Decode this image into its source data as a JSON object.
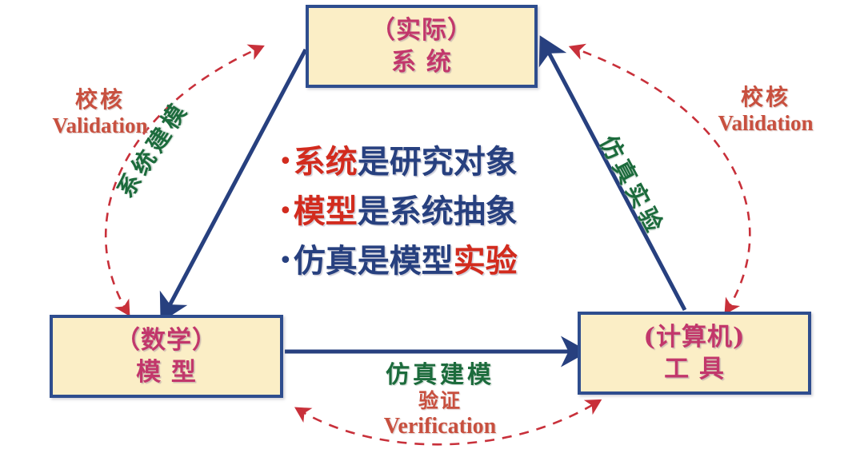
{
  "colors": {
    "box_fill": "#fbeec6",
    "box_border": "#2e4d8e",
    "box_text": "#c2376b",
    "solid_arrow": "#27407f",
    "dashed_arrow": "#c8303a",
    "green_label": "#1c6b3c",
    "red_label": "#c8503f",
    "bullet_red": "#d22b1e",
    "bullet_navy": "#27407f",
    "background": "#ffffff"
  },
  "nodes": {
    "system": {
      "line1": "（实际）",
      "line2": "系 统"
    },
    "model": {
      "line1": "（数学）",
      "line2": "模 型"
    },
    "tool": {
      "line1": "(计算机)",
      "line2": "工 具"
    }
  },
  "bullets": [
    {
      "dot": "•",
      "dot_color": "red",
      "segments": [
        {
          "text": "系统",
          "color": "red"
        },
        {
          "text": "是研究对象",
          "color": "navy"
        }
      ]
    },
    {
      "dot": "•",
      "dot_color": "red",
      "segments": [
        {
          "text": "模型",
          "color": "red"
        },
        {
          "text": "是系统抽象",
          "color": "navy"
        }
      ]
    },
    {
      "dot": "•",
      "dot_color": "navy",
      "segments": [
        {
          "text": "仿真是模型",
          "color": "navy"
        },
        {
          "text": "实验",
          "color": "red"
        }
      ]
    }
  ],
  "edge_labels": {
    "left_validation": {
      "cn": "校核",
      "en": "Validation"
    },
    "right_validation": {
      "cn": "校核",
      "en": "Validation"
    },
    "system_modeling": "系统建模",
    "simulation_experiment": "仿真实验",
    "simulation_modeling": "仿真建模",
    "verification": {
      "cn": "验证",
      "en": "Verification"
    }
  },
  "arrows": {
    "system_to_model": "solid-down-left",
    "model_to_tool": "solid-right",
    "tool_to_system": "solid-up-left",
    "left_validation_arc": "dashed-double",
    "right_validation_arc": "dashed-double",
    "bottom_verification_arc": "dashed-double"
  }
}
